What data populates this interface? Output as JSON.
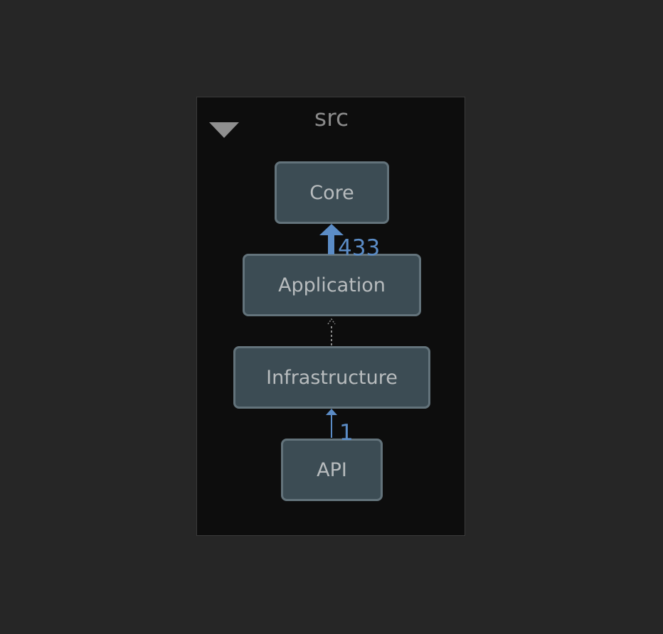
{
  "group": {
    "title": "src",
    "toggle_icon": "triangle-down-icon"
  },
  "nodes": {
    "core": "Core",
    "application": "Application",
    "infrastructure": "Infrastructure",
    "api": "API"
  },
  "edges": [
    {
      "from": "Application",
      "to": "Core",
      "label": "433",
      "style": "bold"
    },
    {
      "from": "Infrastructure",
      "to": "Application",
      "label": "",
      "style": "dotted"
    },
    {
      "from": "API",
      "to": "Infrastructure",
      "label": "1",
      "style": "thin"
    }
  ],
  "colors": {
    "background": "#262626",
    "group_fill": "#0d0d0d",
    "node_fill": "#3c4c54",
    "node_border": "#63737b",
    "node_text": "#b8bcbe",
    "edge_accent": "#5b8cc6",
    "dotted_edge": "#8a8a8a"
  }
}
